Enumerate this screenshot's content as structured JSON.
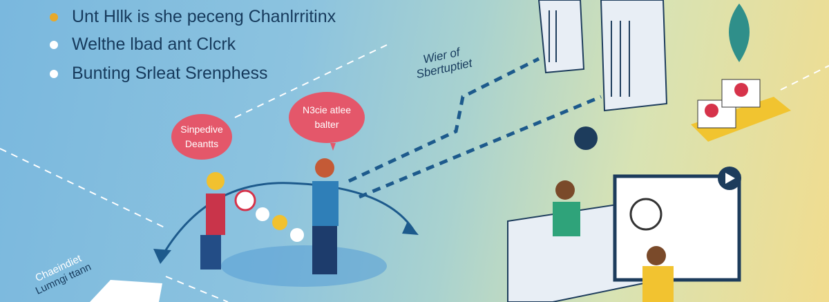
{
  "bullets": [
    {
      "text": "Unt Hllk is she peceng Chanlrritinx",
      "color": "#e8a92a"
    },
    {
      "text": "Welthe lbad ant Clcrk",
      "color": "#ffffff"
    },
    {
      "text": "Bunting Srleat Srenphess",
      "color": "#ffffff"
    }
  ],
  "bubbles": {
    "left": {
      "line1": "Sinpedive",
      "line2": "Deantts"
    },
    "right": {
      "line1": "N3cie atlee",
      "line2": "balter"
    }
  },
  "label_server": {
    "line1": "Wier of",
    "line2": "Sbertuptiet"
  },
  "label_bottom_left": {
    "line1": "Chaeindiet",
    "line2": "Lumngi ttann"
  },
  "colors": {
    "bubble": "#e4576a",
    "text": "#163a5c",
    "accent": "#e8a92a"
  }
}
